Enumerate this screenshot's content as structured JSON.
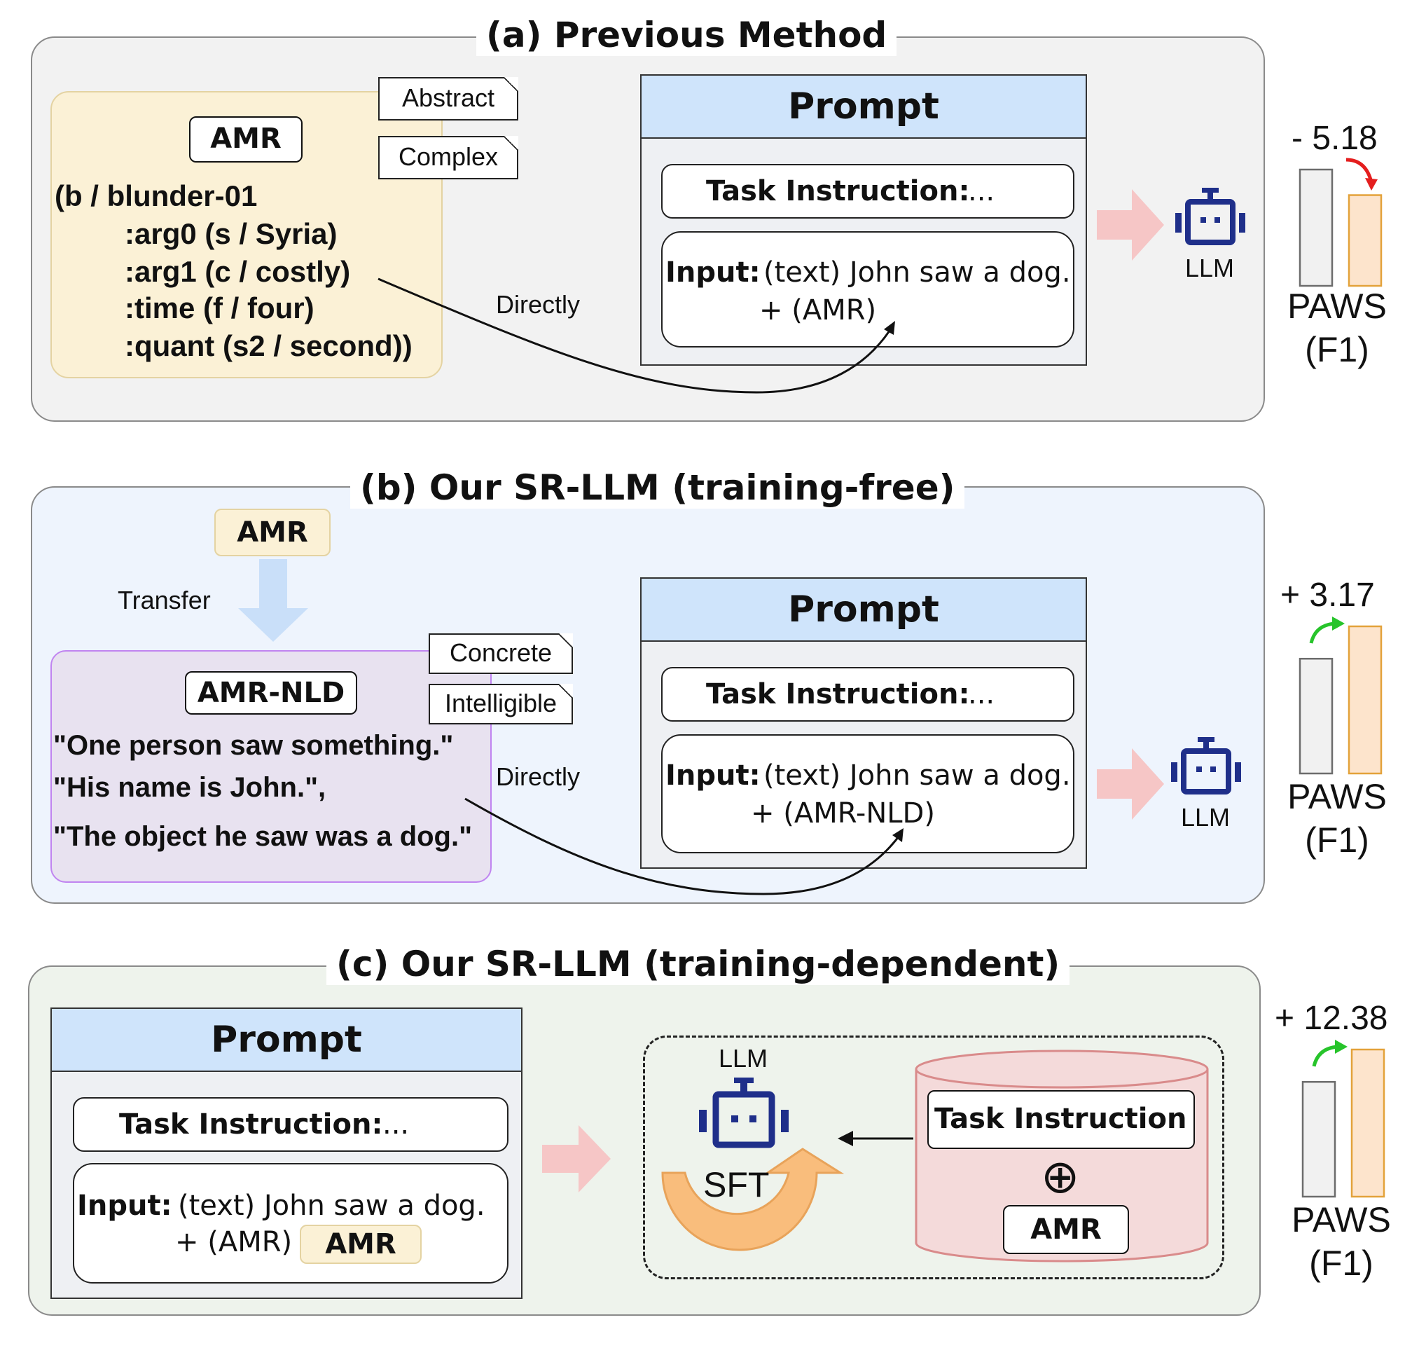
{
  "panel_a": {
    "title": "(a) Previous Method",
    "amr_label": "AMR",
    "amr_lines": [
      "(b / blunder-01",
      ":arg0 (s / Syria)",
      ":arg1 (c / costly)",
      ":time (f / four)",
      ":quant (s2 / second))"
    ],
    "notes": [
      "Abstract",
      "Complex"
    ],
    "arrow_label": "Directly",
    "prompt": {
      "header": "Prompt",
      "task_label": "Task Instruction:",
      "task_value": "...",
      "input_label": "Input:",
      "input_text": "(text) John saw a dog.",
      "input_extra": "+ (AMR)"
    },
    "llm_label": "LLM",
    "delta": "- 5.18",
    "metric": [
      "PAWS",
      "(F1)"
    ]
  },
  "panel_b": {
    "title": "(b) Our SR-LLM (training-free)",
    "amr_label": "AMR",
    "transfer_label": "Transfer",
    "nld_label": "AMR-NLD",
    "nld_lines": [
      "\"One person saw something.\"",
      "\"His name is John.\",",
      "\"The object he saw was a dog.\""
    ],
    "notes": [
      "Concrete",
      "Intelligible"
    ],
    "arrow_label": "Directly",
    "prompt": {
      "header": "Prompt",
      "task_label": "Task Instruction:",
      "task_value": "...",
      "input_label": "Input:",
      "input_text": "(text) John saw a dog.",
      "input_extra": "+ (AMR-NLD)"
    },
    "llm_label": "LLM",
    "delta": "+ 3.17",
    "metric": [
      "PAWS",
      "(F1)"
    ]
  },
  "panel_c": {
    "title": "(c) Our SR-LLM (training-dependent)",
    "prompt": {
      "header": "Prompt",
      "task_label": "Task Instruction:",
      "task_value": "...",
      "input_label": "Input:",
      "input_text": "(text) John saw a dog.",
      "input_extra": "+ (AMR)",
      "amr_tag": "AMR"
    },
    "llm_label": "LLM",
    "sft_label": "SFT",
    "db_task": "Task Instruction",
    "db_plus": "⊕",
    "db_amr": "AMR",
    "delta": "+ 12.38",
    "metric": [
      "PAWS",
      "(F1)"
    ]
  },
  "bars": {
    "a": {
      "before": 1.0,
      "after": 0.78
    },
    "b": {
      "before": 0.78,
      "after": 1.0
    },
    "c": {
      "before": 0.78,
      "after": 1.0
    }
  },
  "colors": {
    "panel_a_bg": "#f2f2f2",
    "panel_b_bg": "#eef4fd",
    "panel_c_bg": "#eef3ec",
    "amr_box_fill": "#fbf1d6",
    "amr_box_border": "#e4d3a2",
    "nld_box_fill": "#e8e2f0",
    "nld_box_border": "#c084f0",
    "prompt_header": "#cfe4fb",
    "pink_arrow": "#f6c6c6",
    "transfer_arrow": "#c9dff9",
    "llm_icon": "#1f2f8a",
    "bar_before": "#f1f1f1",
    "bar_after": "#fde4cc",
    "bar_after_border": "#e3a23a",
    "decline_arrow": "#e41e1e",
    "improve_arrow": "#27c42b",
    "sft_arrow": "#f9bd7c",
    "db_fill": "#f4dada",
    "db_border": "#d98b8b"
  },
  "icons": [
    "robot-icon",
    "curved-arrow-icon",
    "pink-right-arrow-icon",
    "down-arrow-icon",
    "circled-plus-icon"
  ]
}
